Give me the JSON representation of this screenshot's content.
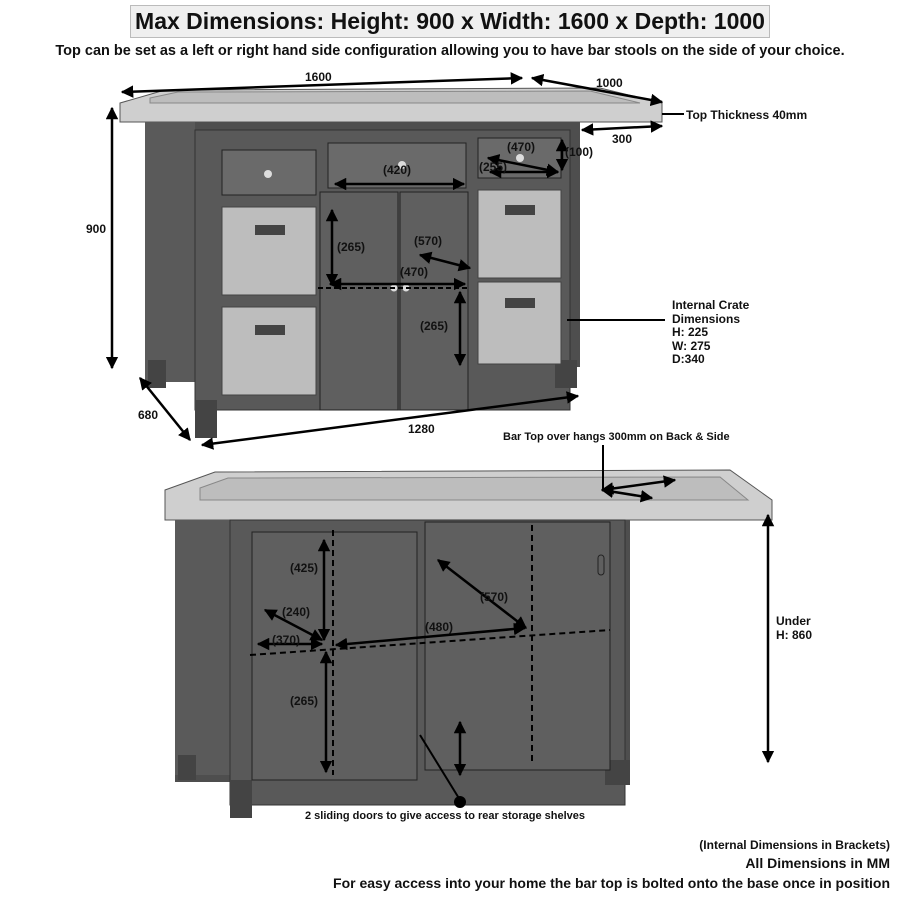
{
  "header": {
    "title": "Max Dimensions: Height: 900 x Width: 1600 x Depth: 1000",
    "subtitle": "Top can be set as a left or right hand side configuration allowing you to have bar stools on the side of your choice."
  },
  "front_view": {
    "width_top": "1600",
    "depth_top": "1000",
    "top_thickness": "Top Thickness 40mm",
    "overhang": "300",
    "height": "900",
    "base_depth": "680",
    "base_width": "1280",
    "drawer_height": "(100)",
    "drawer_depth": "(470)",
    "drawer_small_width": "(255)",
    "drawer_wide_width": "(420)",
    "cupboard_height_top": "(265)",
    "cupboard_depth": "(570)",
    "cupboard_width": "(470)",
    "cupboard_height_bottom": "(265)",
    "crate": {
      "title_line1": "Internal Crate",
      "title_line2": "Dimensions",
      "h": "H: 225",
      "w": "W: 275",
      "d": "D:340"
    }
  },
  "rear_view": {
    "overhang_note": "Bar Top over hangs 300mm on Back & Side",
    "shelf_height_top": "(425)",
    "shelf_depth_small": "(240)",
    "shelf_width_small": "(370)",
    "shelf_width_large": "(480)",
    "shelf_depth_large": "(570)",
    "shelf_height_bottom": "(265)",
    "under_label": "Under",
    "under_height": "H: 860",
    "doors_note": "2 sliding doors to give access to rear storage shelves"
  },
  "footer": {
    "internal_note": "(Internal Dimensions in Brackets)",
    "units_note": "All Dimensions in MM",
    "access_note": "For easy access into your home the bar top is bolted onto the base once in position"
  }
}
